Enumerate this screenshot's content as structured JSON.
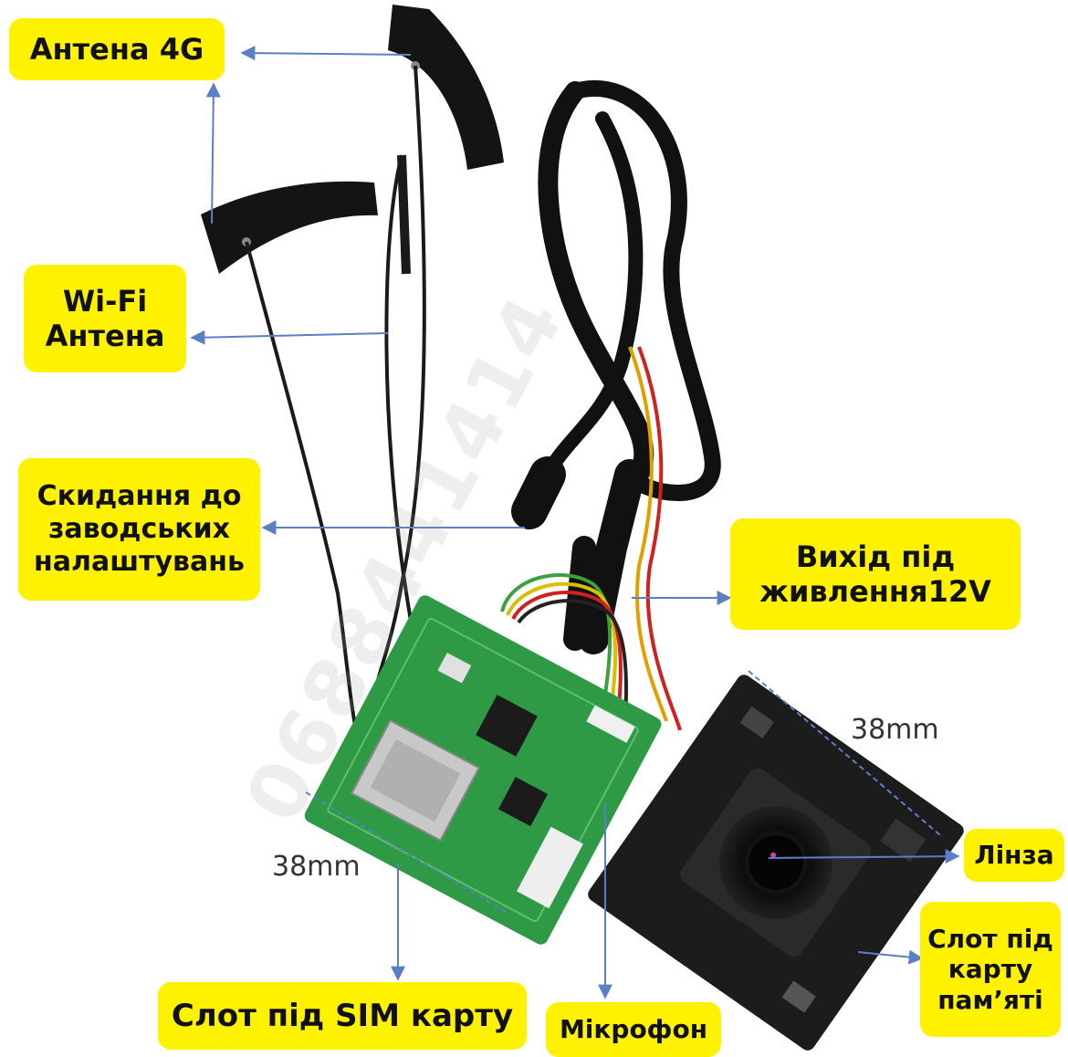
{
  "labels": {
    "antenna_4g": "Антена 4G",
    "wifi_line1": "Wi-Fi",
    "wifi_line2": "Антена",
    "reset_line1": "Скидання до",
    "reset_line2": "заводських",
    "reset_line3": "налаштувань",
    "power_line1": "Вихід під",
    "power_line2": "живлення12V",
    "lens": "Лінза",
    "memory_line1": "Слот під",
    "memory_line2": "карту",
    "memory_line3": "пам’яті",
    "sim_slot": "Слот під SIM карту",
    "microphone": "Мікрофон"
  },
  "dimensions": {
    "board_left": "38mm",
    "board_right": "38mm"
  },
  "watermark": "0688441414",
  "colors": {
    "label_bg": "#fff200",
    "arrow": "#5b7fc4",
    "pcb_green": "#2f9a45",
    "pcb_black": "#1c1c1c",
    "cable": "#111111"
  }
}
